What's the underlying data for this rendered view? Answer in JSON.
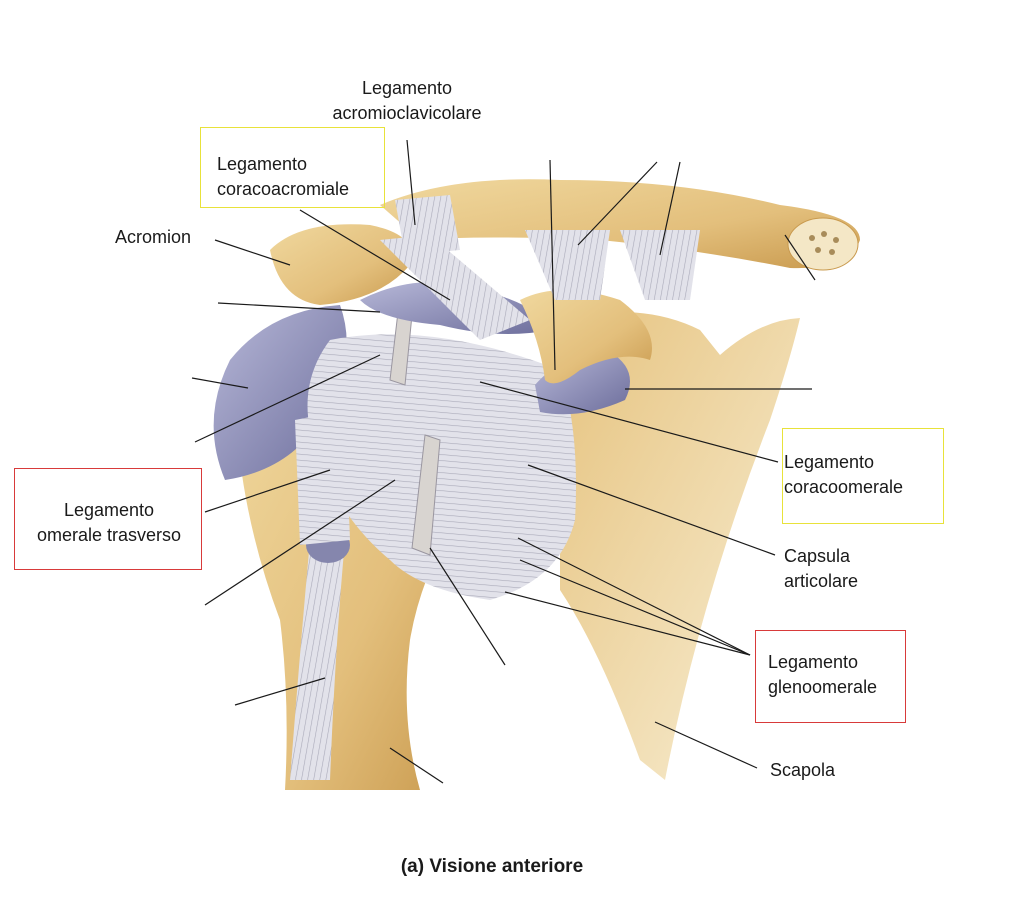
{
  "caption": "(a) Visione anteriore",
  "labels": {
    "acromioclavicolare": [
      "Legamento",
      "acromioclavicolare"
    ],
    "coracoacromiale": [
      "Legamento",
      "coracoacromiale"
    ],
    "acromion": "Acromion",
    "omerale_trasverso": [
      "Legamento",
      "omerale trasverso"
    ],
    "coracoomerale": [
      "Legamento",
      "coracoomerale"
    ],
    "capsula": [
      "Capsula",
      "articolare"
    ],
    "glenoomerale": [
      "Legamento",
      "glenoomerale"
    ],
    "scapola": "Scapola"
  },
  "colors": {
    "bone": "#e8c98a",
    "bone_shadow": "#c99a4e",
    "cartilage": "#8e8fb8",
    "ligament": "#dcdce4",
    "highlight_yellow": "#e8e23a",
    "highlight_red": "#d83a3a"
  }
}
